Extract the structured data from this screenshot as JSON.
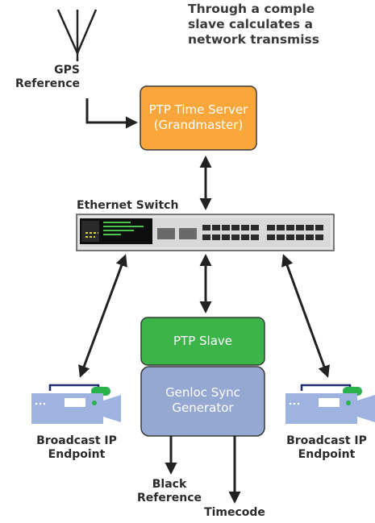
{
  "intro_lines": [
    "Through a comple",
    "slave calculates a",
    "network transmiss"
  ],
  "labels": {
    "gps_reference": [
      "GPS",
      "Reference"
    ],
    "ptp_time_server": [
      "PTP Time Server",
      "(Grandmaster)"
    ],
    "ethernet_switch": "Ethernet Switch",
    "ptp_slave": "PTP Slave",
    "genloc_sync_generator": [
      "Genloc Sync",
      "Generator"
    ],
    "broadcast_endpoint_left": [
      "Broadcast IP",
      "Endpoint"
    ],
    "broadcast_endpoint_right": [
      "Broadcast IP",
      "Endpoint"
    ],
    "black_reference": [
      "Black",
      "Reference"
    ],
    "timecode": "Timecode"
  },
  "colors": {
    "grandmaster": "#f9a63a",
    "ptp_slave": "#3cb44a",
    "genloc": "#95a8d2",
    "camera": "#9eb3e0",
    "camera_accent": "#29b34a",
    "switch_body": "#d9d9d9",
    "line": "#222222"
  },
  "icons": {
    "antenna": "antenna-icon",
    "switch": "network-switch-icon",
    "camera": "broadcast-camera-icon"
  }
}
